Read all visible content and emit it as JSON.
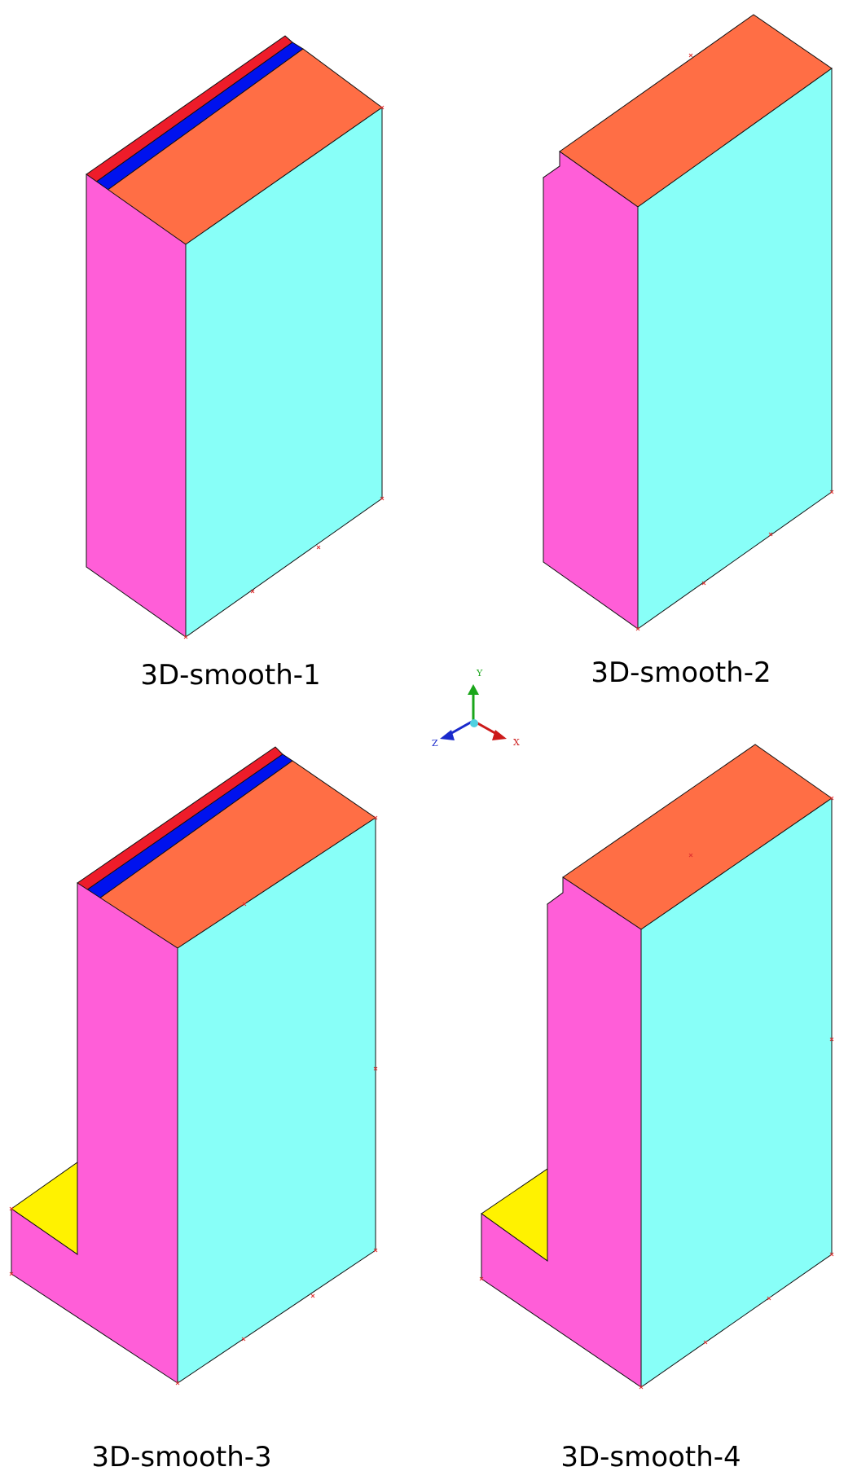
{
  "colors": {
    "top": "#ff6e45",
    "side_left": "#ff5ed8",
    "side_right": "#88fff8",
    "strip_blue": "#0012ee",
    "strip_red": "#ee1c2a",
    "step_yellow": "#fff200",
    "edge": "#111111",
    "vertex_marker": "#e03030"
  },
  "models": [
    {
      "id": "model-1",
      "caption": "3D-smooth-1"
    },
    {
      "id": "model-2",
      "caption": "3D-smooth-2"
    },
    {
      "id": "model-3",
      "caption": "3D-smooth-3"
    },
    {
      "id": "model-4",
      "caption": "3D-smooth-4"
    }
  ],
  "triad": {
    "x_label": "X",
    "y_label": "Y",
    "z_label": "Z",
    "x_color": "#cc1a1a",
    "y_color": "#1aa61a",
    "z_color": "#1a2acc",
    "origin_color": "#4fd0e0"
  }
}
